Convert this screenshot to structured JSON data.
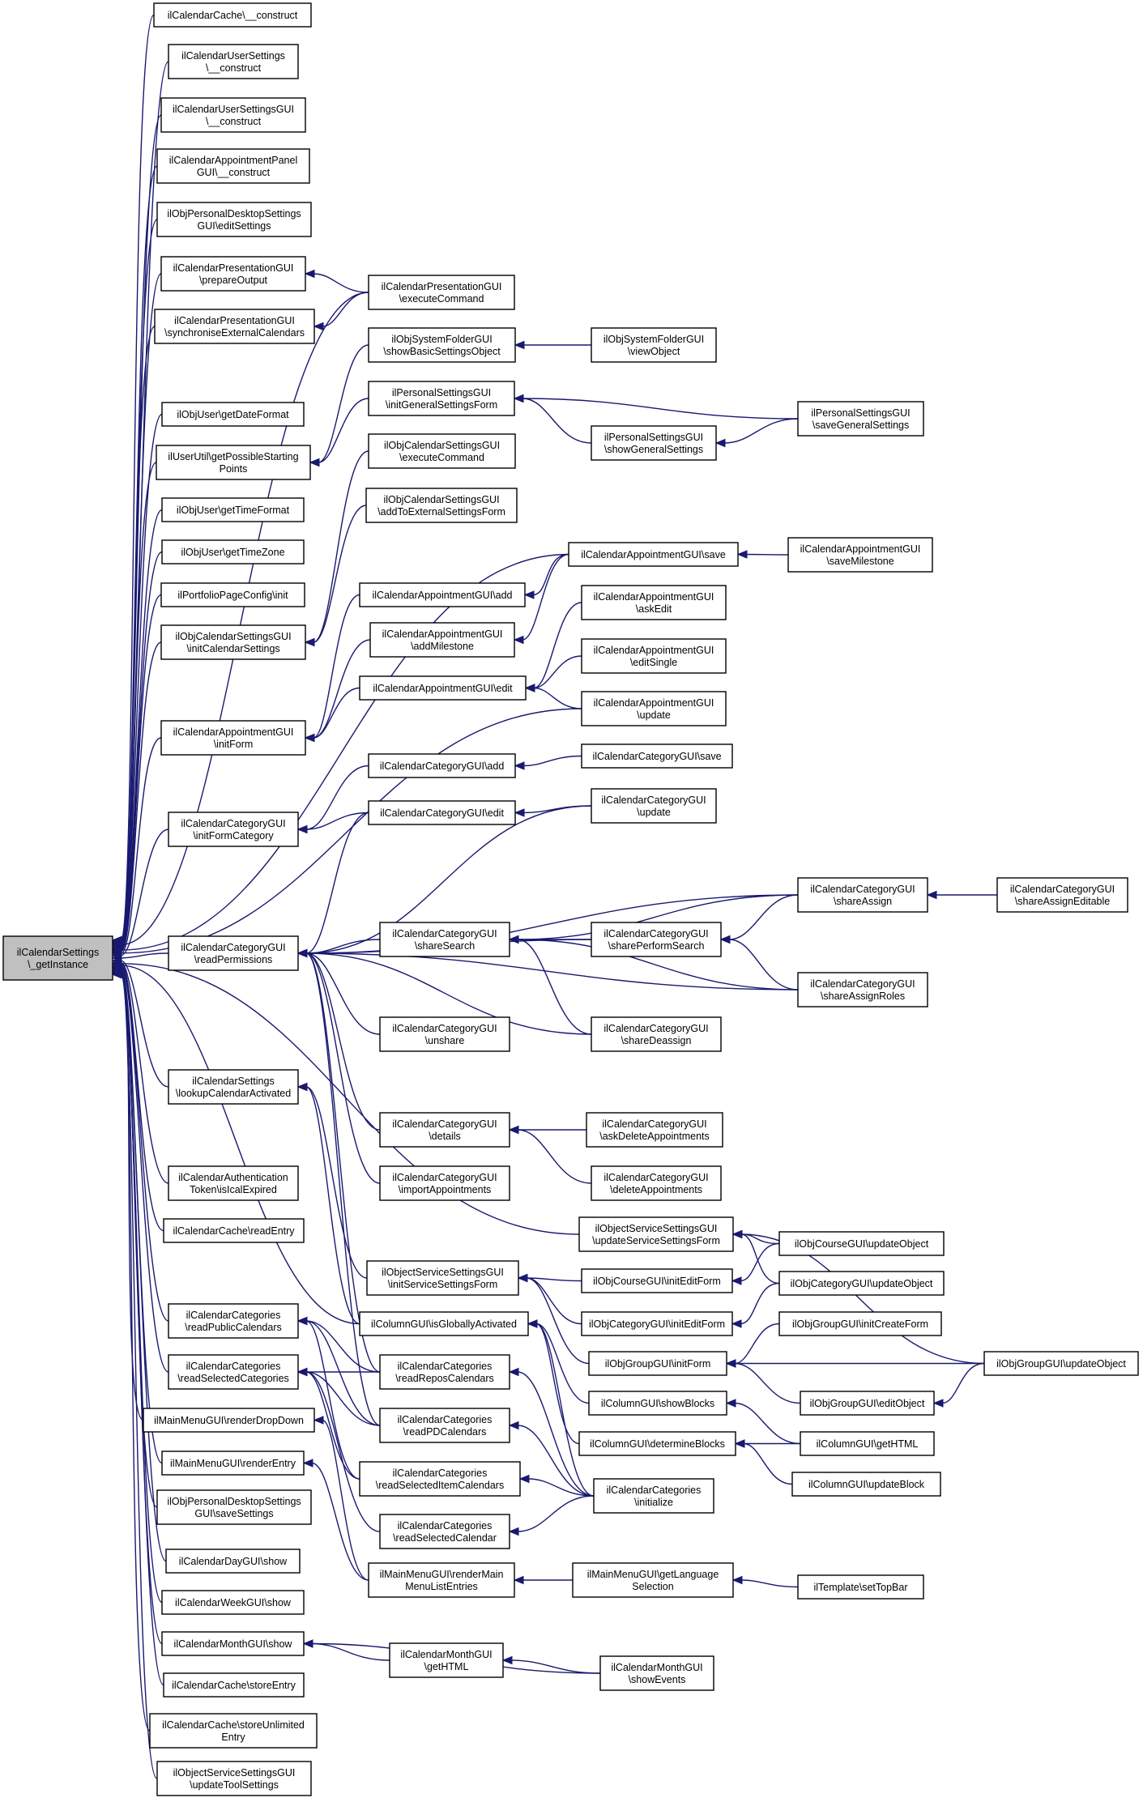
{
  "colors": {
    "edge": "#191970",
    "root_fill": "#c0c0c0",
    "node_fill": "#ffffff",
    "node_border": "#000000"
  },
  "root": {
    "id": "root",
    "label": "ilCalendarSettings\n\\_getInstance"
  },
  "nodes": [
    {
      "id": "n_cache_construct",
      "label": "ilCalendarCache\\__construct"
    },
    {
      "id": "n_usersettings_construct",
      "label": "ilCalendarUserSettings\n\\__construct"
    },
    {
      "id": "n_usersettingsgui_construct",
      "label": "ilCalendarUserSettingsGUI\n\\__construct"
    },
    {
      "id": "n_apppanel_construct",
      "label": "ilCalendarAppointmentPanel\nGUI\\__construct"
    },
    {
      "id": "n_pdsettings_edit",
      "label": "ilObjPersonalDesktopSettings\nGUI\\editSettings"
    },
    {
      "id": "n_pres_prepare",
      "label": "ilCalendarPresentationGUI\n\\prepareOutput"
    },
    {
      "id": "n_pres_sync",
      "label": "ilCalendarPresentationGUI\n\\synchroniseExternalCalendars"
    },
    {
      "id": "n_pres_exec",
      "label": "ilCalendarPresentationGUI\n\\executeCommand"
    },
    {
      "id": "n_sysfolder_showbasic",
      "label": "ilObjSystemFolderGUI\n\\showBasicSettingsObject"
    },
    {
      "id": "n_sysfolder_view",
      "label": "ilObjSystemFolderGUI\n\\viewObject"
    },
    {
      "id": "n_user_dateformat",
      "label": "ilObjUser\\getDateFormat"
    },
    {
      "id": "n_personal_initgen",
      "label": "ilPersonalSettingsGUI\n\\initGeneralSettingsForm"
    },
    {
      "id": "n_personal_savegen",
      "label": "ilPersonalSettingsGUI\n\\saveGeneralSettings"
    },
    {
      "id": "n_userutil_points",
      "label": "ilUserUtil\\getPossibleStarting\nPoints"
    },
    {
      "id": "n_personal_showgen",
      "label": "ilPersonalSettingsGUI\n\\showGeneralSettings"
    },
    {
      "id": "n_calsettings_exec",
      "label": "ilObjCalendarSettingsGUI\n\\executeCommand"
    },
    {
      "id": "n_user_timeformat",
      "label": "ilObjUser\\getTimeFormat"
    },
    {
      "id": "n_calsettings_addext",
      "label": "ilObjCalendarSettingsGUI\n\\addToExternalSettingsForm"
    },
    {
      "id": "n_user_timezone",
      "label": "ilObjUser\\getTimeZone"
    },
    {
      "id": "n_app_save",
      "label": "ilCalendarAppointmentGUI\\save"
    },
    {
      "id": "n_app_savemilestone",
      "label": "ilCalendarAppointmentGUI\n\\saveMilestone"
    },
    {
      "id": "n_portfolio_init",
      "label": "ilPortfolioPageConfig\\init"
    },
    {
      "id": "n_app_add",
      "label": "ilCalendarAppointmentGUI\\add"
    },
    {
      "id": "n_app_askedit",
      "label": "ilCalendarAppointmentGUI\n\\askEdit"
    },
    {
      "id": "n_calsettings_initcal",
      "label": "ilObjCalendarSettingsGUI\n\\initCalendarSettings"
    },
    {
      "id": "n_app_addmilestone",
      "label": "ilCalendarAppointmentGUI\n\\addMilestone"
    },
    {
      "id": "n_app_editsingle",
      "label": "ilCalendarAppointmentGUI\n\\editSingle"
    },
    {
      "id": "n_app_edit",
      "label": "ilCalendarAppointmentGUI\\edit"
    },
    {
      "id": "n_app_initform",
      "label": "ilCalendarAppointmentGUI\n\\initForm"
    },
    {
      "id": "n_app_update",
      "label": "ilCalendarAppointmentGUI\n\\update"
    },
    {
      "id": "n_cat_add",
      "label": "ilCalendarCategoryGUI\\add"
    },
    {
      "id": "n_cat_save",
      "label": "ilCalendarCategoryGUI\\save"
    },
    {
      "id": "n_cat_initformcat",
      "label": "ilCalendarCategoryGUI\n\\initFormCategory"
    },
    {
      "id": "n_cat_edit",
      "label": "ilCalendarCategoryGUI\\edit"
    },
    {
      "id": "n_cat_update",
      "label": "ilCalendarCategoryGUI\n\\update"
    },
    {
      "id": "n_cat_shareassign",
      "label": "ilCalendarCategoryGUI\n\\shareAssign"
    },
    {
      "id": "n_cat_shareassigneditable",
      "label": "ilCalendarCategoryGUI\n\\shareAssignEditable"
    },
    {
      "id": "n_cat_sharesearch",
      "label": "ilCalendarCategoryGUI\n\\shareSearch"
    },
    {
      "id": "n_cat_shareperformsearch",
      "label": "ilCalendarCategoryGUI\n\\sharePerformSearch"
    },
    {
      "id": "n_cat_readperm",
      "label": "ilCalendarCategoryGUI\n\\readPermissions"
    },
    {
      "id": "n_cat_shareassignroles",
      "label": "ilCalendarCategoryGUI\n\\shareAssignRoles"
    },
    {
      "id": "n_cat_unshare",
      "label": "ilCalendarCategoryGUI\n\\unshare"
    },
    {
      "id": "n_cat_sharedeassign",
      "label": "ilCalendarCategoryGUI\n\\shareDeassign"
    },
    {
      "id": "n_settings_lookup",
      "label": "ilCalendarSettings\n\\lookupCalendarActivated"
    },
    {
      "id": "n_cat_details",
      "label": "ilCalendarCategoryGUI\n\\details"
    },
    {
      "id": "n_cat_askdelete",
      "label": "ilCalendarCategoryGUI\n\\askDeleteAppointments"
    },
    {
      "id": "n_authtoken_isical",
      "label": "ilCalendarAuthentication\nToken\\isIcalExpired"
    },
    {
      "id": "n_cat_importapp",
      "label": "ilCalendarCategoryGUI\n\\importAppointments"
    },
    {
      "id": "n_cat_deleteapp",
      "label": "ilCalendarCategoryGUI\n\\deleteAppointments"
    },
    {
      "id": "n_cache_readentry",
      "label": "ilCalendarCache\\readEntry"
    },
    {
      "id": "n_oss_updateform",
      "label": "ilObjectServiceSettingsGUI\n\\updateServiceSettingsForm"
    },
    {
      "id": "n_course_update",
      "label": "ilObjCourseGUI\\updateObject"
    },
    {
      "id": "n_oss_initform",
      "label": "ilObjectServiceSettingsGUI\n\\initServiceSettingsForm"
    },
    {
      "id": "n_course_initedit",
      "label": "ilObjCourseGUI\\initEditForm"
    },
    {
      "id": "n_category_update",
      "label": "ilObjCategoryGUI\\updateObject"
    },
    {
      "id": "n_categories_readpublic",
      "label": "ilCalendarCategories\n\\readPublicCalendars"
    },
    {
      "id": "n_category_initedit",
      "label": "ilObjCategoryGUI\\initEditForm"
    },
    {
      "id": "n_column_isglobal",
      "label": "ilColumnGUI\\isGloballyActivated"
    },
    {
      "id": "n_group_initcreate",
      "label": "ilObjGroupGUI\\initCreateForm"
    },
    {
      "id": "n_categories_readselected",
      "label": "ilCalendarCategories\n\\readSelectedCategories"
    },
    {
      "id": "n_categories_readrepos",
      "label": "ilCalendarCategories\n\\readReposCalendars"
    },
    {
      "id": "n_group_initform",
      "label": "ilObjGroupGUI\\initForm"
    },
    {
      "id": "n_group_update",
      "label": "ilObjGroupGUI\\updateObject"
    },
    {
      "id": "n_column_showblocks",
      "label": "ilColumnGUI\\showBlocks"
    },
    {
      "id": "n_group_edit",
      "label": "ilObjGroupGUI\\editObject"
    },
    {
      "id": "n_mainmenu_dropdown",
      "label": "ilMainMenuGUI\\renderDropDown"
    },
    {
      "id": "n_categories_readpd",
      "label": "ilCalendarCategories\n\\readPDCalendars"
    },
    {
      "id": "n_column_determine",
      "label": "ilColumnGUI\\determineBlocks"
    },
    {
      "id": "n_column_gethtml",
      "label": "ilColumnGUI\\getHTML"
    },
    {
      "id": "n_mainmenu_renderentry",
      "label": "ilMainMenuGUI\\renderEntry"
    },
    {
      "id": "n_categories_readselitem",
      "label": "ilCalendarCategories\n\\readSelectedItemCalendars"
    },
    {
      "id": "n_categories_initialize",
      "label": "ilCalendarCategories\n\\initialize"
    },
    {
      "id": "n_column_updateblock",
      "label": "ilColumnGUI\\updateBlock"
    },
    {
      "id": "n_pdsettings_save",
      "label": "ilObjPersonalDesktopSettings\nGUI\\saveSettings"
    },
    {
      "id": "n_categories_readselcal",
      "label": "ilCalendarCategories\n\\readSelectedCalendar"
    },
    {
      "id": "n_day_show",
      "label": "ilCalendarDayGUI\\show"
    },
    {
      "id": "n_mainmenu_listentries",
      "label": "ilMainMenuGUI\\renderMain\nMenuListEntries"
    },
    {
      "id": "n_mainmenu_language",
      "label": "ilMainMenuGUI\\getLanguage\nSelection"
    },
    {
      "id": "n_template_topbar",
      "label": "ilTemplate\\setTopBar"
    },
    {
      "id": "n_week_show",
      "label": "ilCalendarWeekGUI\\show"
    },
    {
      "id": "n_month_gethtml",
      "label": "ilCalendarMonthGUI\n\\getHTML"
    },
    {
      "id": "n_month_show",
      "label": "ilCalendarMonthGUI\\show"
    },
    {
      "id": "n_month_showevents",
      "label": "ilCalendarMonthGUI\n\\showEvents"
    },
    {
      "id": "n_cache_storeentry",
      "label": "ilCalendarCache\\storeEntry"
    },
    {
      "id": "n_cache_storeunlimited",
      "label": "ilCalendarCache\\storeUnlimited\nEntry"
    },
    {
      "id": "n_oss_updatetool",
      "label": "ilObjectServiceSettingsGUI\n\\updateToolSettings"
    }
  ],
  "edges": [
    [
      "n_cache_construct",
      "root"
    ],
    [
      "n_usersettings_construct",
      "root"
    ],
    [
      "n_usersettingsgui_construct",
      "root"
    ],
    [
      "n_apppanel_construct",
      "root"
    ],
    [
      "n_pdsettings_edit",
      "root"
    ],
    [
      "n_pres_prepare",
      "root"
    ],
    [
      "n_pres_sync",
      "root"
    ],
    [
      "n_pres_exec",
      "root"
    ],
    [
      "n_user_dateformat",
      "root"
    ],
    [
      "n_userutil_points",
      "root"
    ],
    [
      "n_user_timeformat",
      "root"
    ],
    [
      "n_user_timezone",
      "root"
    ],
    [
      "n_portfolio_init",
      "root"
    ],
    [
      "n_calsettings_initcal",
      "root"
    ],
    [
      "n_app_save",
      "root"
    ],
    [
      "n_app_initform",
      "root"
    ],
    [
      "n_app_update",
      "root"
    ],
    [
      "n_cat_initformcat",
      "root"
    ],
    [
      "n_cat_readperm",
      "root"
    ],
    [
      "n_settings_lookup",
      "root"
    ],
    [
      "n_authtoken_isical",
      "root"
    ],
    [
      "n_cache_readentry",
      "root"
    ],
    [
      "n_oss_updateform",
      "root"
    ],
    [
      "n_column_isglobal",
      "root"
    ],
    [
      "n_categories_readpublic",
      "root"
    ],
    [
      "n_categories_readselected",
      "root"
    ],
    [
      "n_mainmenu_dropdown",
      "root"
    ],
    [
      "n_mainmenu_renderentry",
      "root"
    ],
    [
      "n_pdsettings_save",
      "root"
    ],
    [
      "n_day_show",
      "root"
    ],
    [
      "n_week_show",
      "root"
    ],
    [
      "n_month_show",
      "root"
    ],
    [
      "n_cache_storeentry",
      "root"
    ],
    [
      "n_cache_storeunlimited",
      "root"
    ],
    [
      "n_oss_updatetool",
      "root"
    ],
    [
      "n_pres_exec",
      "n_pres_prepare"
    ],
    [
      "n_pres_exec",
      "n_pres_sync"
    ],
    [
      "n_sysfolder_view",
      "n_sysfolder_showbasic"
    ],
    [
      "n_sysfolder_showbasic",
      "n_userutil_points"
    ],
    [
      "n_personal_initgen",
      "n_userutil_points"
    ],
    [
      "n_personal_savegen",
      "n_personal_initgen"
    ],
    [
      "n_personal_showgen",
      "n_personal_initgen"
    ],
    [
      "n_personal_savegen",
      "n_personal_showgen"
    ],
    [
      "n_calsettings_exec",
      "n_calsettings_initcal"
    ],
    [
      "n_calsettings_addext",
      "n_calsettings_initcal"
    ],
    [
      "n_app_savemilestone",
      "n_app_save"
    ],
    [
      "n_app_save",
      "n_app_add"
    ],
    [
      "n_app_save",
      "n_app_addmilestone"
    ],
    [
      "n_app_add",
      "n_app_initform"
    ],
    [
      "n_app_addmilestone",
      "n_app_initform"
    ],
    [
      "n_app_edit",
      "n_app_initform"
    ],
    [
      "n_app_askedit",
      "n_app_edit"
    ],
    [
      "n_app_editsingle",
      "n_app_edit"
    ],
    [
      "n_app_update",
      "n_app_edit"
    ],
    [
      "n_cat_save",
      "n_cat_add"
    ],
    [
      "n_cat_update",
      "n_cat_edit"
    ],
    [
      "n_cat_add",
      "n_cat_initformcat"
    ],
    [
      "n_cat_edit",
      "n_cat_initformcat"
    ],
    [
      "n_cat_shareassigneditable",
      "n_cat_shareassign"
    ],
    [
      "n_cat_shareassign",
      "n_cat_shareperformsearch"
    ],
    [
      "n_cat_shareassignroles",
      "n_cat_shareperformsearch"
    ],
    [
      "n_cat_shareassign",
      "n_cat_sharesearch"
    ],
    [
      "n_cat_shareperformsearch",
      "n_cat_sharesearch"
    ],
    [
      "n_cat_shareassignroles",
      "n_cat_sharesearch"
    ],
    [
      "n_cat_sharedeassign",
      "n_cat_sharesearch"
    ],
    [
      "n_cat_edit",
      "n_cat_readperm"
    ],
    [
      "n_cat_update",
      "n_cat_readperm"
    ],
    [
      "n_cat_shareassign",
      "n_cat_readperm"
    ],
    [
      "n_cat_sharesearch",
      "n_cat_readperm"
    ],
    [
      "n_cat_shareperformsearch",
      "n_cat_readperm"
    ],
    [
      "n_cat_shareassignroles",
      "n_cat_readperm"
    ],
    [
      "n_cat_unshare",
      "n_cat_readperm"
    ],
    [
      "n_cat_sharedeassign",
      "n_cat_readperm"
    ],
    [
      "n_cat_details",
      "n_cat_readperm"
    ],
    [
      "n_cat_importapp",
      "n_cat_readperm"
    ],
    [
      "n_categories_readrepos",
      "n_cat_readperm"
    ],
    [
      "n_categories_readpd",
      "n_cat_readperm"
    ],
    [
      "n_cat_askdelete",
      "n_cat_details"
    ],
    [
      "n_cat_deleteapp",
      "n_cat_details"
    ],
    [
      "n_oss_initform",
      "n_settings_lookup"
    ],
    [
      "n_column_isglobal",
      "n_settings_lookup"
    ],
    [
      "n_course_update",
      "n_oss_updateform"
    ],
    [
      "n_category_update",
      "n_oss_updateform"
    ],
    [
      "n_group_update",
      "n_oss_updateform"
    ],
    [
      "n_course_initedit",
      "n_oss_initform"
    ],
    [
      "n_category_initedit",
      "n_oss_initform"
    ],
    [
      "n_group_initform",
      "n_oss_initform"
    ],
    [
      "n_course_update",
      "n_course_initedit"
    ],
    [
      "n_category_update",
      "n_category_initedit"
    ],
    [
      "n_group_initcreate",
      "n_group_initform"
    ],
    [
      "n_group_update",
      "n_group_initform"
    ],
    [
      "n_group_edit",
      "n_group_initform"
    ],
    [
      "n_group_update",
      "n_group_edit"
    ],
    [
      "n_column_showblocks",
      "n_column_isglobal"
    ],
    [
      "n_column_determine",
      "n_column_isglobal"
    ],
    [
      "n_column_gethtml",
      "n_column_showblocks"
    ],
    [
      "n_column_gethtml",
      "n_column_determine"
    ],
    [
      "n_column_updateblock",
      "n_column_determine"
    ],
    [
      "n_categories_readrepos",
      "n_categories_readpublic"
    ],
    [
      "n_categories_readpd",
      "n_categories_readpublic"
    ],
    [
      "n_categories_readselitem",
      "n_categories_readpublic"
    ],
    [
      "n_categories_readrepos",
      "n_categories_readselected"
    ],
    [
      "n_categories_readpd",
      "n_categories_readselected"
    ],
    [
      "n_categories_readselitem",
      "n_categories_readselected"
    ],
    [
      "n_categories_readselcal",
      "n_categories_readselected"
    ],
    [
      "n_categories_initialize",
      "n_categories_readrepos"
    ],
    [
      "n_categories_initialize",
      "n_categories_readpd"
    ],
    [
      "n_categories_initialize",
      "n_categories_readselitem"
    ],
    [
      "n_categories_initialize",
      "n_categories_readselcal"
    ],
    [
      "n_categories_initialize",
      "n_column_isglobal"
    ],
    [
      "n_mainmenu_listentries",
      "n_mainmenu_dropdown"
    ],
    [
      "n_mainmenu_listentries",
      "n_mainmenu_renderentry"
    ],
    [
      "n_mainmenu_language",
      "n_mainmenu_listentries"
    ],
    [
      "n_template_topbar",
      "n_mainmenu_language"
    ],
    [
      "n_month_gethtml",
      "n_month_show"
    ],
    [
      "n_month_showevents",
      "n_month_show"
    ],
    [
      "n_month_showevents",
      "n_month_gethtml"
    ]
  ]
}
